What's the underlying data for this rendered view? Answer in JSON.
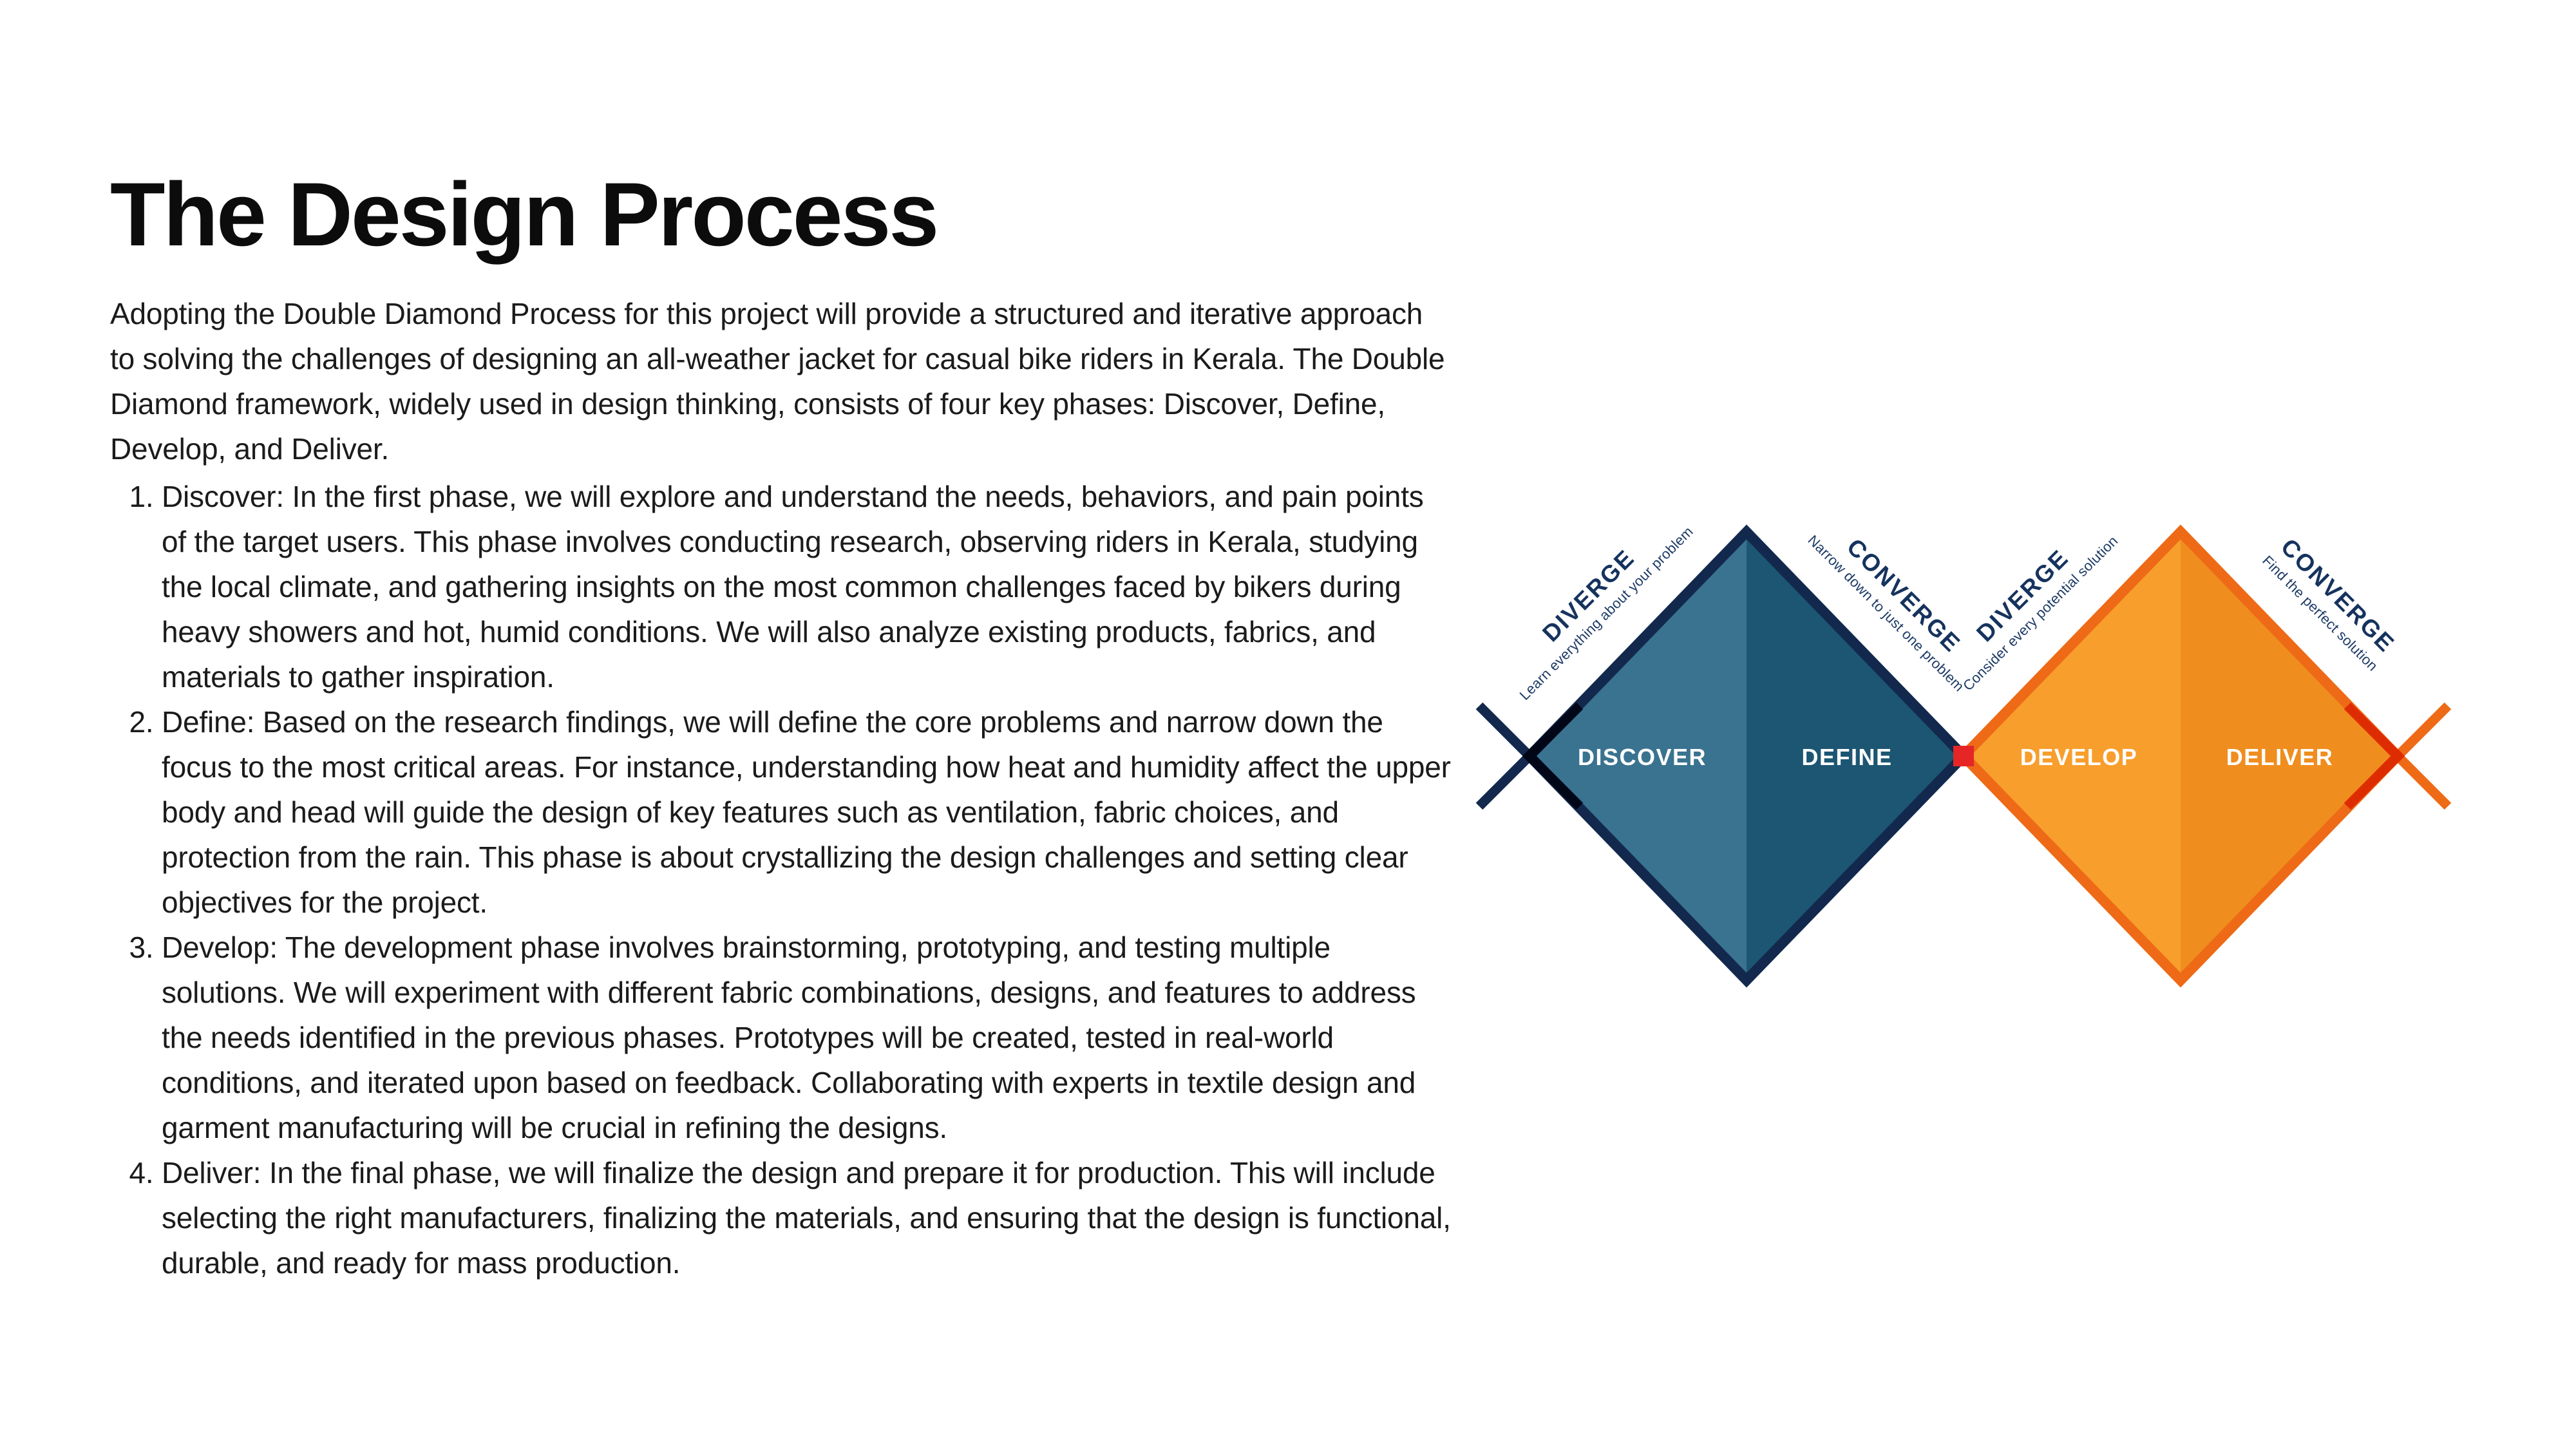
{
  "slide": {
    "background": "#ffffff"
  },
  "header": {
    "title": "The Design Process"
  },
  "article": {
    "intro": "Adopting the Double Diamond Process for this project will provide a structured and iterative approach to solving the challenges of designing an all-weather jacket for casual bike riders in Kerala. The Double Diamond framework, widely used in design thinking, consists of four key phases: Discover, Define, Develop, and Deliver.",
    "phases": [
      "Discover: In the first phase, we will explore and understand the needs, behaviors, and pain points of the target users. This phase involves conducting research, observing riders in Kerala, studying the local climate, and gathering insights on the most common challenges faced by bikers during heavy showers and hot, humid conditions. We will also analyze existing products, fabrics, and materials to gather inspiration.",
      "Define: Based on the research findings, we will define the core problems and narrow down the focus to the most critical areas. For instance, understanding how heat and humidity affect the upper body and head will guide the design of key features such as ventilation, fabric choices, and protection from the rain. This phase is about crystallizing the design challenges and setting clear objectives for the project.",
      "Develop: The development phase involves brainstorming, prototyping, and testing multiple solutions. We will experiment with different fabric combinations, designs, and features to address the needs identified in the previous phases. Prototypes will be created, tested in real-world conditions, and iterated upon based on feedback. Collaborating with experts in textile design and garment manufacturing will be crucial in refining the designs.",
      "Deliver: In the final phase, we will finalize the design and prepare it for production. This will include selecting the right manufacturers, finalizing the materials, and ensuring that the design is functional, durable, and ready for mass production."
    ]
  },
  "diagram": {
    "colors": {
      "navy_outline": "#12294d",
      "navy_text": "#16335e",
      "teal_fill": "#3a7390",
      "deep_blue_fill": "#1c5673",
      "orange_light_fill": "#f89e2d",
      "orange_deep_fill": "#f08d1f",
      "orange_outline": "#ee6a16",
      "red_dot": "#e62626",
      "phase_label_text": "#ffffff"
    },
    "diamond1": {
      "left_phase": "DISCOVER",
      "right_phase": "DEFINE",
      "diverge_word": "DIVERGE",
      "diverge_caption": "Learn everything about your problem",
      "converge_word": "CONVERGE",
      "converge_caption": "Narrow down to just one problem"
    },
    "diamond2": {
      "left_phase": "DEVELOP",
      "right_phase": "DELIVER",
      "diverge_word": "DIVERGE",
      "diverge_caption": "Consider every potential solution",
      "converge_word": "CONVERGE",
      "converge_caption": "Find the perfect solution"
    }
  }
}
